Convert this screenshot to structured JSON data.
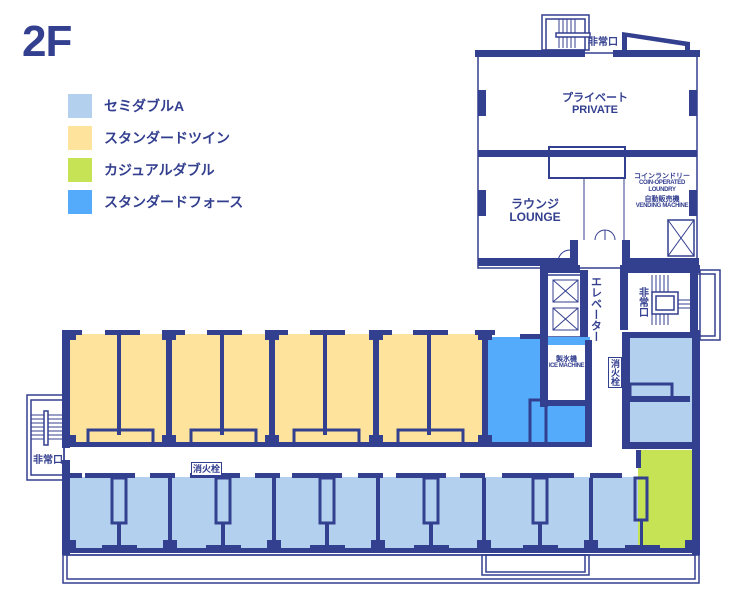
{
  "floor": {
    "label": "2F"
  },
  "colors": {
    "wall": "#333f8f",
    "semi_double_a": "#b3d0ef",
    "standard_twin": "#fde39b",
    "casual_double": "#c6e356",
    "standard_four": "#55abfb"
  },
  "legend": [
    {
      "label": "セミダブルA",
      "color": "#b3d0ef"
    },
    {
      "label": "スタンダードツイン",
      "color": "#fde39b"
    },
    {
      "label": "カジュアルダブル",
      "color": "#c6e356"
    },
    {
      "label": "スタンダードフォース",
      "color": "#55abfb"
    }
  ],
  "labels": {
    "private_jp": "プライベート",
    "private_en": "PRIVATE",
    "lounge_jp": "ラウンジ",
    "lounge_en": "LOUNGE",
    "laundry_jp": "コインランドリー",
    "laundry_en": "COIN-OPERATED LOUNDRY",
    "vending_jp": "自動販売機",
    "vending_en": "VENDING MACHINE",
    "ice_jp": "製氷機",
    "ice_en": "ICE MACHINE",
    "elevator": "エレベーター",
    "emergency_exit_top": "非常口",
    "emergency_exit_right": "非常口",
    "emergency_exit_left": "非常口",
    "hydrant_corridor": "消火栓",
    "hydrant_right": "消火栓"
  }
}
